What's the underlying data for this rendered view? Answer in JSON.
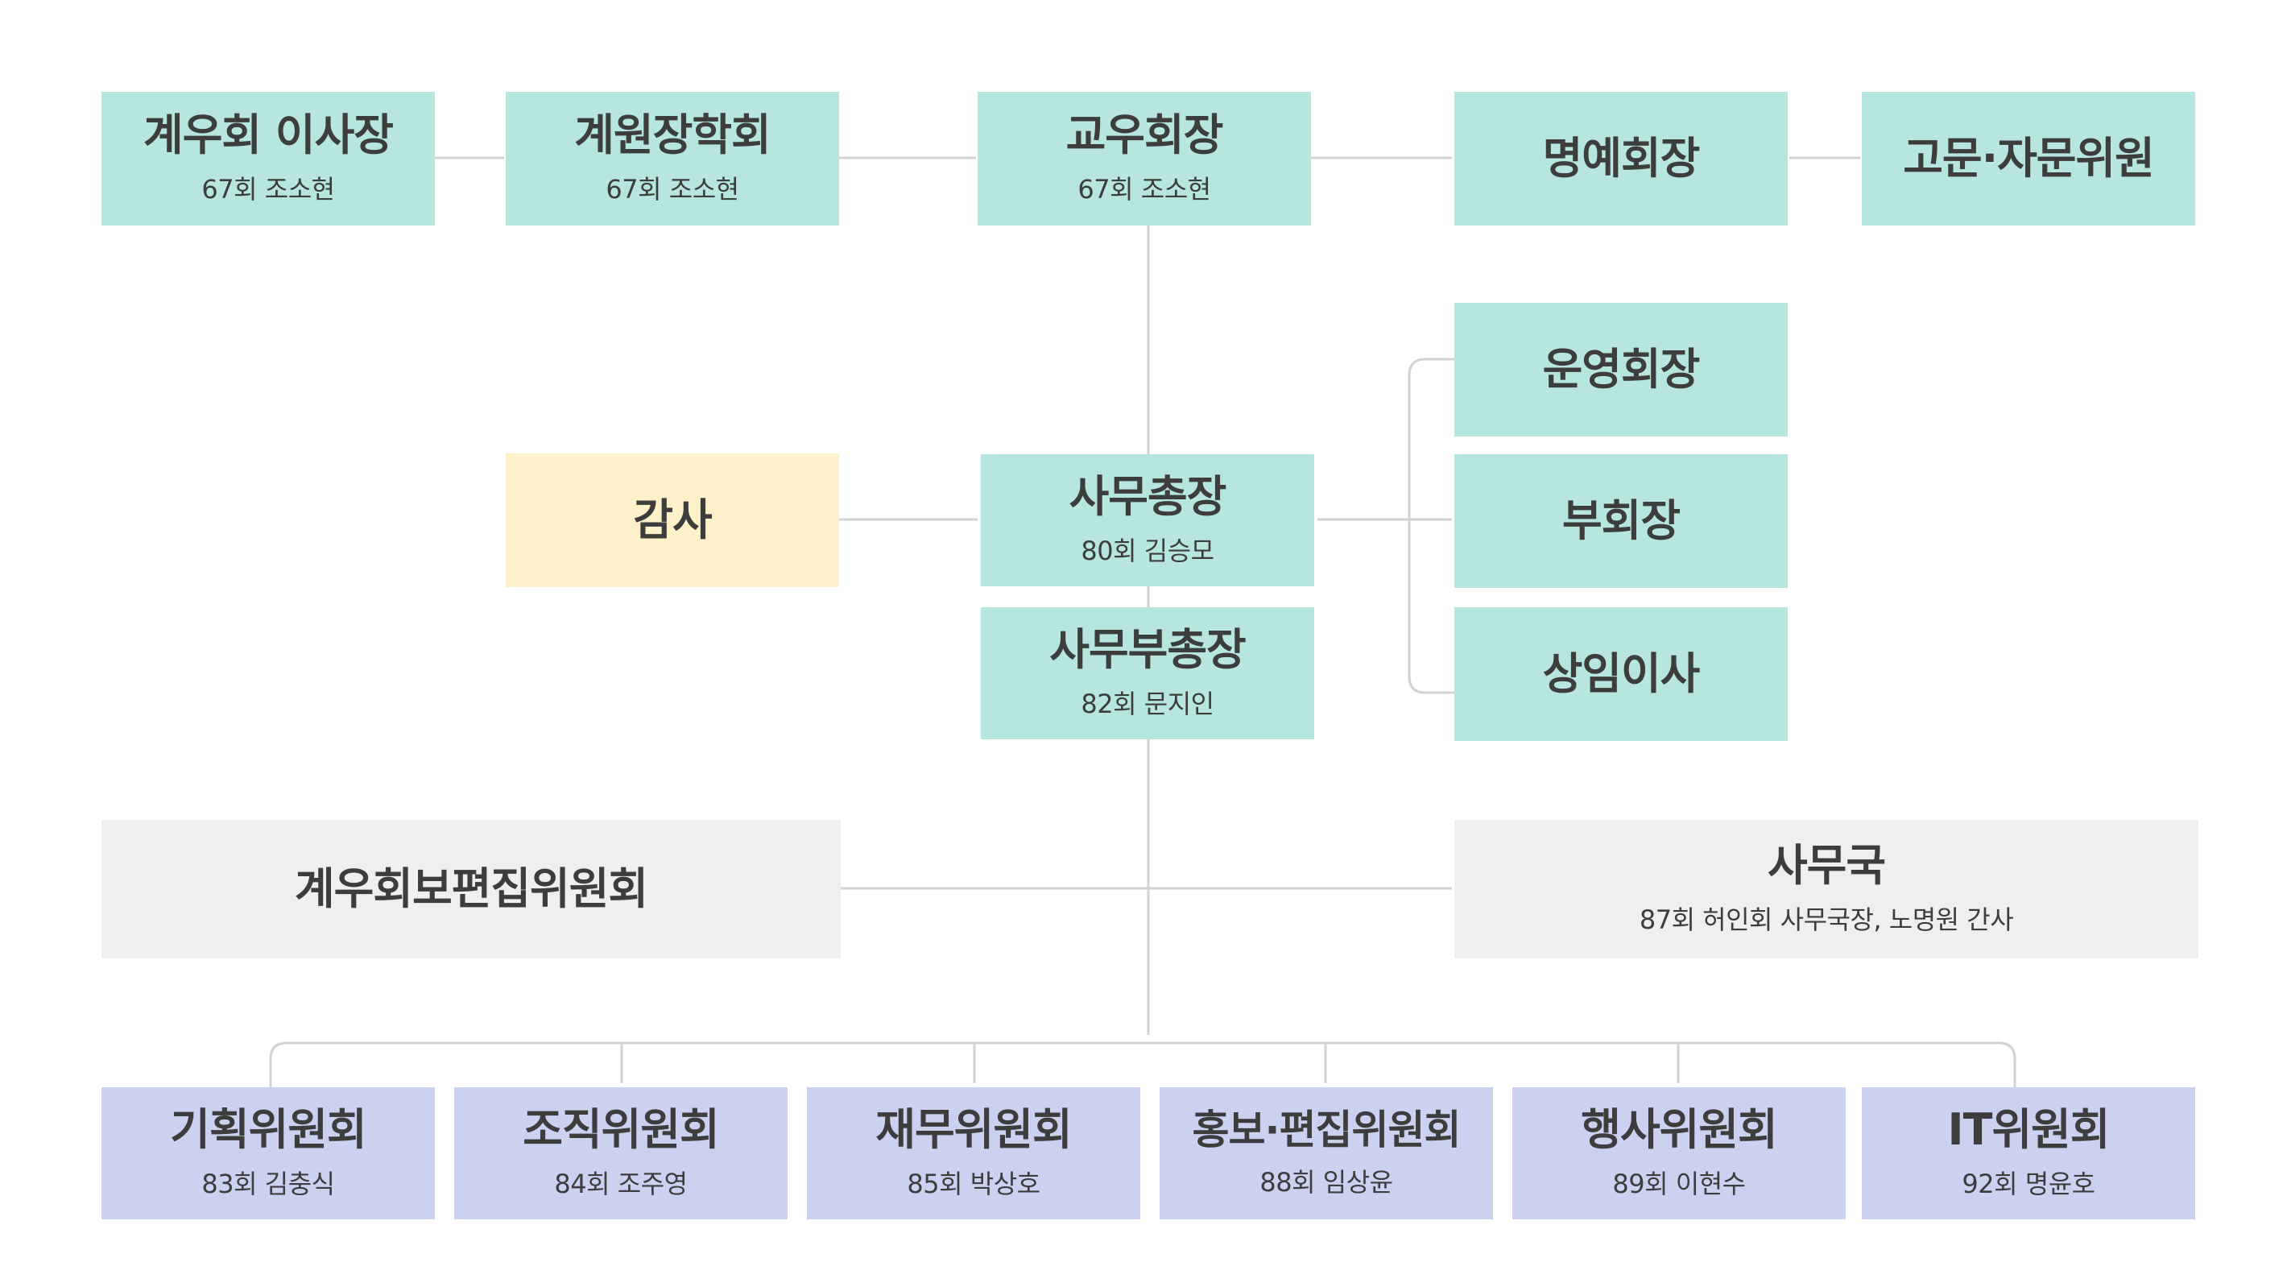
{
  "colors": {
    "teal": "#b7e5df",
    "yellow": "#fef0c9",
    "gray": "#efefef",
    "purple": "#cbd2ef",
    "line": "#d2d2d2",
    "text": "#3d3d3d"
  },
  "top_row": [
    {
      "title": "계우회 이사장",
      "sub": "67회 조소현"
    },
    {
      "title": "계원장학회",
      "sub": "67회 조소현"
    },
    {
      "title": "교우회장",
      "sub": "67회 조소현"
    },
    {
      "title": "명예회장",
      "sub": ""
    },
    {
      "title": "고문·자문위원",
      "sub": ""
    }
  ],
  "auditor": {
    "title": "감사"
  },
  "secretary_general": {
    "title": "사무총장",
    "sub": "80회 김승모"
  },
  "deputy_secretary": {
    "title": "사무부총장",
    "sub": "82회 문지인"
  },
  "right_group": [
    {
      "title": "운영회장"
    },
    {
      "title": "부회장"
    },
    {
      "title": "상임이사"
    }
  ],
  "editorial": {
    "title": "계우회보편집위원회"
  },
  "secretariat": {
    "title": "사무국",
    "sub": "87회 허인회 사무국장, 노명원 간사"
  },
  "committees": [
    {
      "title": "기획위원회",
      "sub": "83회 김충식"
    },
    {
      "title": "조직위원회",
      "sub": "84회 조주영"
    },
    {
      "title": "재무위원회",
      "sub": "85회 박상호"
    },
    {
      "title": "홍보·편집위원회",
      "sub": "88회 임상윤"
    },
    {
      "title": "행사위원회",
      "sub": "89회 이현수"
    },
    {
      "title": "IT위원회",
      "sub": "92회 명윤호"
    }
  ]
}
